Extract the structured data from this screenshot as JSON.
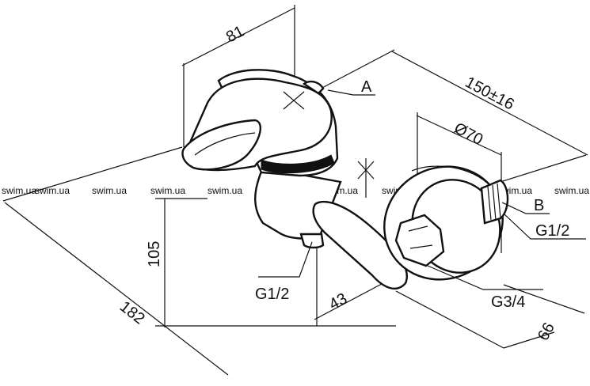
{
  "drawing": {
    "dimensions": {
      "handle_width": "81",
      "total_length": "150±16",
      "flange_diameter": "Ø70",
      "height": "105",
      "outlet_to_wall": "43",
      "body_length": "182",
      "flange_depth": "66"
    },
    "callouts": {
      "a": "A",
      "b": "B",
      "thread_inlet": "G1/2",
      "thread_outlet": "G1/2",
      "thread_eccentric": "G3/4"
    },
    "watermark": "swim.ua"
  }
}
